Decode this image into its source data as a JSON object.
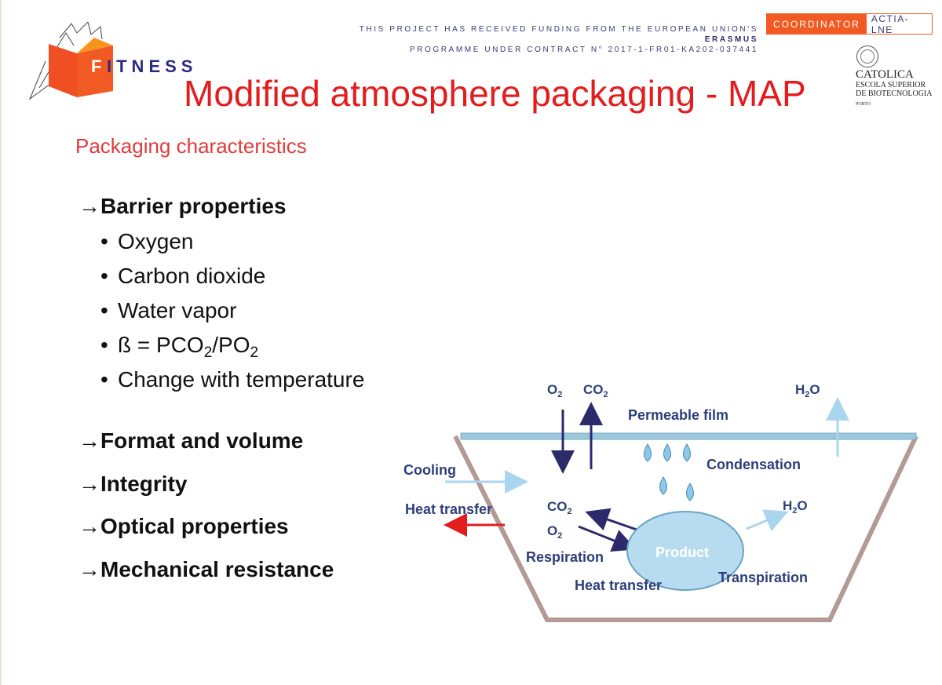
{
  "header": {
    "funding_line1": "THIS PROJECT HAS RECEIVED FUNDING FROM THE EUROPEAN UNION'S",
    "funding_brand": "ERASMUS",
    "funding_line2": "PROGRAMME UNDER CONTRACT N° 2017-1-FR01-KA202-037441",
    "coordinator_label": "COORDINATOR",
    "coordinator_value": "ACTIA-LNE"
  },
  "logo": {
    "initial": "F",
    "rest": "ITNESS"
  },
  "institution": {
    "name": "CATOLICA",
    "sub1": "ESCOLA SUPERIOR",
    "sub2": "DE BIOTECNOLOGIA",
    "city": "PORTO"
  },
  "title": "Modified atmosphere packaging - MAP",
  "subtitle": "Packaging characteristics",
  "barrier": {
    "heading": "→Barrier properties",
    "items": {
      "oxygen": "Oxygen",
      "co2": "Carbon dioxide",
      "water": "Water vapor",
      "beta_prefix": "ß = PCO",
      "beta_sub1": "2",
      "beta_mid": "/PO",
      "beta_sub2": "2",
      "temp": "Change with temperature"
    }
  },
  "sections": {
    "format": "→Format and volume",
    "integrity": "→Integrity",
    "optical": "→Optical properties",
    "mechanical": "→Mechanical resistance"
  },
  "diagram": {
    "o2_top": "O",
    "co2_top": "CO",
    "h2o_top": "H",
    "h2o_top_tail": "O",
    "sub2": "2",
    "permeable_film": "Permeable film",
    "condensation": "Condensation",
    "cooling": "Cooling",
    "heat_transfer_left": "Heat transfer",
    "co2_inner": "CO",
    "o2_inner": "O",
    "h2o_inner": "H",
    "h2o_inner_tail": "O",
    "respiration": "Respiration",
    "product": "Product",
    "transpiration": "Transpiration",
    "heat_transfer_bottom": "Heat transfer",
    "colors": {
      "label": "#2d3f7a",
      "arrow_dark": "#2d2a6b",
      "arrow_light": "#a9d6ee",
      "arrow_red": "#e31d1d",
      "tray": "#b39a95",
      "film": "#9cc6db",
      "product": "#b8dcef"
    }
  }
}
